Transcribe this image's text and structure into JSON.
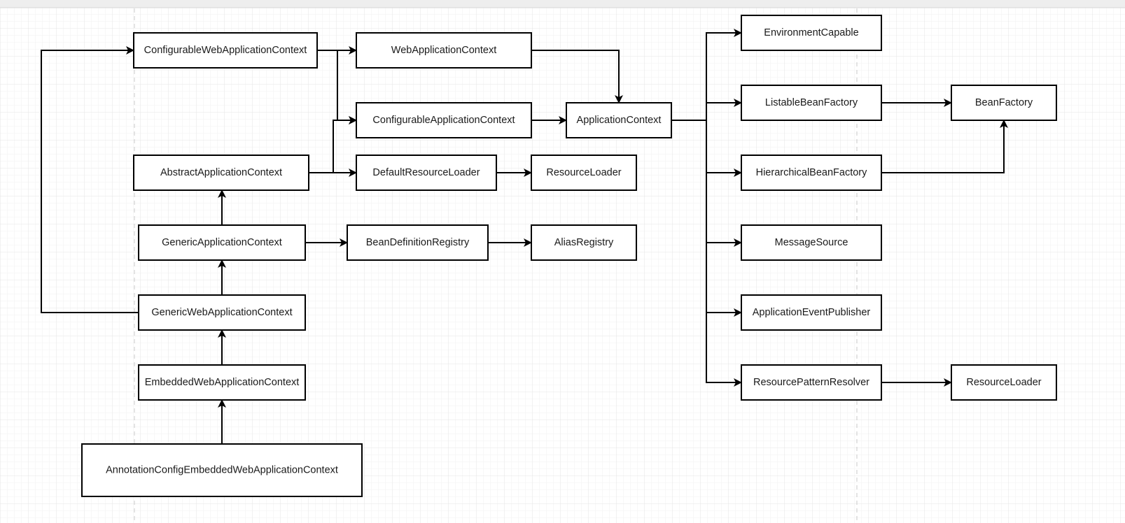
{
  "colors": {
    "background": "#ffffff",
    "grid_minor": "#f1f1f1",
    "grid_major": "#e4e4e4",
    "top_bar": "#eeeeee",
    "node_fill": "#ffffff",
    "node_stroke": "#000000",
    "edge": "#000000",
    "text": "#1a1a1a"
  },
  "nodes": [
    {
      "id": "configurable-web-application-context",
      "label": "ConfigurableWebApplicationContext"
    },
    {
      "id": "web-application-context",
      "label": "WebApplicationContext"
    },
    {
      "id": "configurable-application-context",
      "label": "ConfigurableApplicationContext"
    },
    {
      "id": "application-context",
      "label": "ApplicationContext"
    },
    {
      "id": "abstract-application-context",
      "label": "AbstractApplicationContext"
    },
    {
      "id": "default-resource-loader",
      "label": "DefaultResourceLoader"
    },
    {
      "id": "resource-loader-1",
      "label": "ResourceLoader"
    },
    {
      "id": "generic-application-context",
      "label": "GenericApplicationContext"
    },
    {
      "id": "bean-definition-registry",
      "label": "BeanDefinitionRegistry"
    },
    {
      "id": "alias-registry",
      "label": "AliasRegistry"
    },
    {
      "id": "generic-web-application-context",
      "label": "GenericWebApplicationContext"
    },
    {
      "id": "embedded-web-application-context",
      "label": "EmbeddedWebApplicationContext"
    },
    {
      "id": "annotation-config-embedded-web-application-context",
      "label": "AnnotationConfigEmbeddedWebApplicationContext"
    },
    {
      "id": "environment-capable",
      "label": "EnvironmentCapable"
    },
    {
      "id": "listable-bean-factory",
      "label": "ListableBeanFactory"
    },
    {
      "id": "bean-factory",
      "label": "BeanFactory"
    },
    {
      "id": "hierarchical-bean-factory",
      "label": "HierarchicalBeanFactory"
    },
    {
      "id": "message-source",
      "label": "MessageSource"
    },
    {
      "id": "application-event-publisher",
      "label": "ApplicationEventPublisher"
    },
    {
      "id": "resource-pattern-resolver",
      "label": "ResourcePatternResolver"
    },
    {
      "id": "resource-loader-2",
      "label": "ResourceLoader"
    }
  ],
  "edges": [
    {
      "from": "generic-web-application-context",
      "to": "configurable-web-application-context"
    },
    {
      "from": "configurable-web-application-context",
      "to": "web-application-context"
    },
    {
      "from": "configurable-web-application-context",
      "to": "configurable-application-context"
    },
    {
      "from": "web-application-context",
      "to": "application-context"
    },
    {
      "from": "abstract-application-context",
      "to": "configurable-application-context"
    },
    {
      "from": "abstract-application-context",
      "to": "default-resource-loader"
    },
    {
      "from": "configurable-application-context",
      "to": "application-context"
    },
    {
      "from": "default-resource-loader",
      "to": "resource-loader-1"
    },
    {
      "from": "generic-application-context",
      "to": "abstract-application-context"
    },
    {
      "from": "generic-application-context",
      "to": "bean-definition-registry"
    },
    {
      "from": "bean-definition-registry",
      "to": "alias-registry"
    },
    {
      "from": "generic-web-application-context",
      "to": "generic-application-context"
    },
    {
      "from": "embedded-web-application-context",
      "to": "generic-web-application-context"
    },
    {
      "from": "annotation-config-embedded-web-application-context",
      "to": "embedded-web-application-context"
    },
    {
      "from": "application-context",
      "to": "environment-capable"
    },
    {
      "from": "application-context",
      "to": "listable-bean-factory"
    },
    {
      "from": "application-context",
      "to": "hierarchical-bean-factory"
    },
    {
      "from": "application-context",
      "to": "message-source"
    },
    {
      "from": "application-context",
      "to": "application-event-publisher"
    },
    {
      "from": "application-context",
      "to": "resource-pattern-resolver"
    },
    {
      "from": "listable-bean-factory",
      "to": "bean-factory"
    },
    {
      "from": "hierarchical-bean-factory",
      "to": "bean-factory"
    },
    {
      "from": "resource-pattern-resolver",
      "to": "resource-loader-2"
    }
  ]
}
